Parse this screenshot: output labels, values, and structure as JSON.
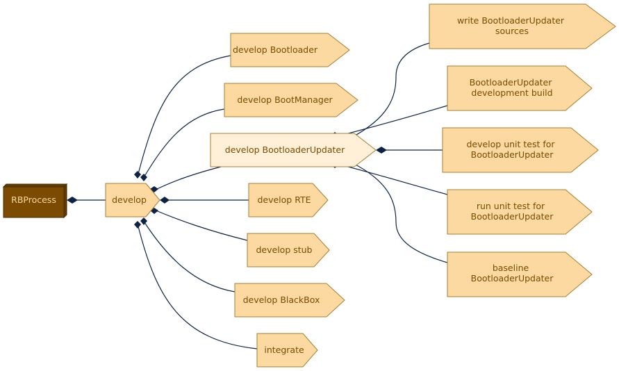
{
  "diagram": {
    "colors": {
      "root_fill": "#7a4b00",
      "root_text": "#fbd9a0",
      "node_fill": "#fbd9a0",
      "node_highlight_fill": "#fff0d7",
      "node_stroke": "#a77d2f",
      "node_text": "#7a4b00",
      "edge": "#0d2346"
    },
    "nodes": {
      "root": "RBProcess",
      "develop": "develop",
      "develop_bootloader": "develop Bootloader",
      "develop_bootmanager": "develop BootManager",
      "develop_bootloaderupdater": "develop BootloaderUpdater",
      "develop_rte": "develop RTE",
      "develop_stub": "develop stub",
      "develop_blackbox": "develop BlackBox",
      "integrate": "integrate",
      "write_sources": [
        "write BootloaderUpdater",
        "sources"
      ],
      "dev_build": [
        "BootloaderUpdater",
        "development build"
      ],
      "develop_unit_test": [
        "develop unit test for",
        "BootloaderUpdater"
      ],
      "run_unit_test": [
        "run unit test for",
        "BootloaderUpdater"
      ],
      "baseline": [
        "baseline",
        "BootloaderUpdater"
      ]
    }
  }
}
